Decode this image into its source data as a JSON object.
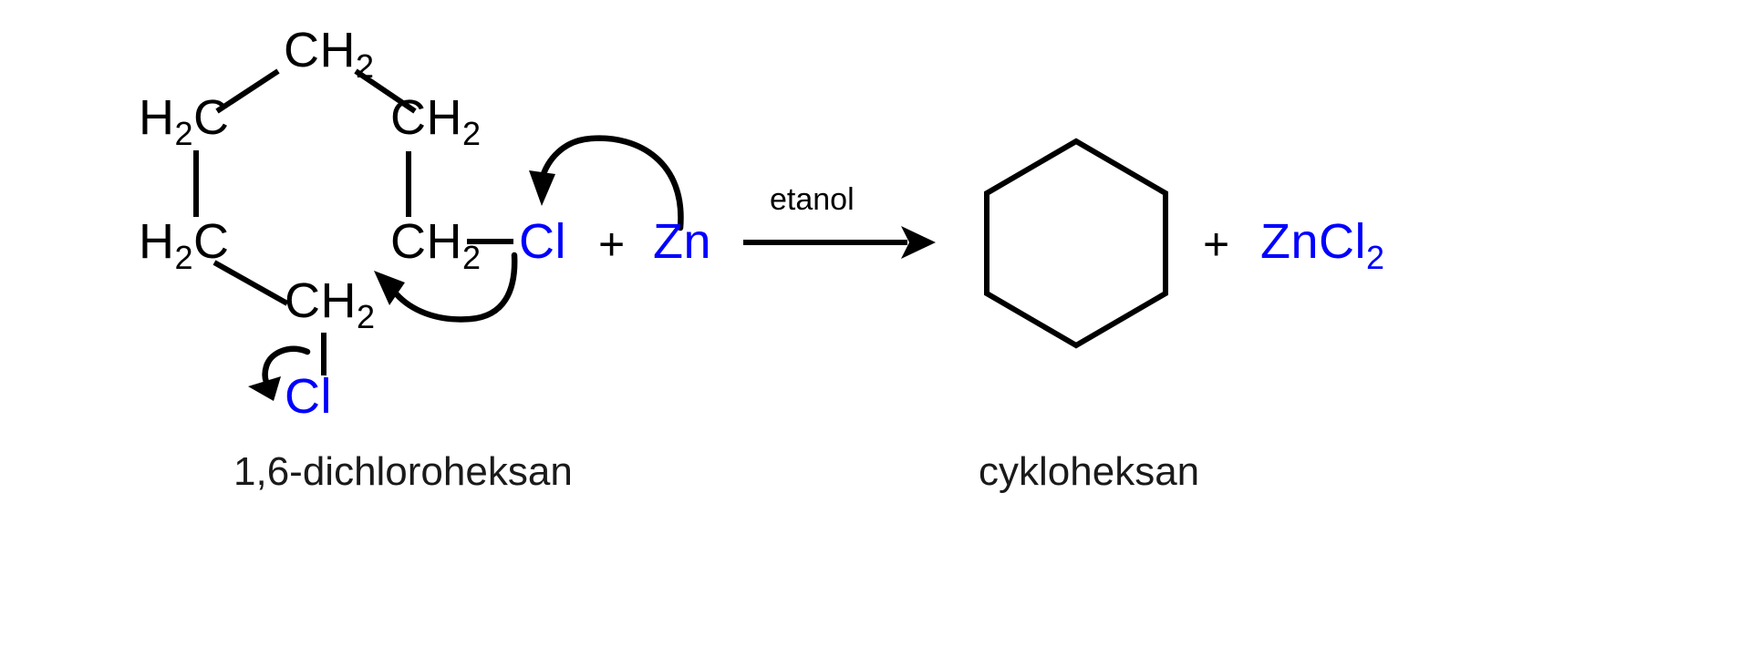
{
  "scheme": {
    "title": "Zn dehalogenation of 1,6-dichlorohexane to cyclohexane",
    "colors": {
      "halogen": "#0000ff",
      "bond": "#000000",
      "text": "#000000",
      "background": "#ffffff"
    }
  },
  "reactant": {
    "caption": "1,6-dichloroheksan",
    "atoms": {
      "top_ch2": {
        "main": "CH",
        "sub": "2"
      },
      "upper_left_ch2": {
        "main_pre": "H",
        "sub_pre": "2",
        "main": "C"
      },
      "upper_right_ch2": {
        "main": "CH",
        "sub": "2"
      },
      "lower_left_ch2": {
        "main_pre": "H",
        "sub_pre": "2",
        "main": "C"
      },
      "lower_right_ch2": {
        "main": "CH",
        "sub": "2"
      },
      "bottom_ch2": {
        "main": "CH",
        "sub": "2"
      },
      "chlorine_bottom": "Cl",
      "chlorine_right": "Cl"
    }
  },
  "reagent": {
    "plus_sign": "+",
    "metal": "Zn"
  },
  "conditions": {
    "solvent": "etanol"
  },
  "product": {
    "caption": "cykloheksan",
    "shape": "hexagon"
  },
  "byproduct": {
    "plus_sign": "+",
    "formula_main": "ZnCl",
    "formula_sub": "2"
  },
  "arrows": {
    "reaction_arrow": "straight-right-arrow",
    "electron_push_zn_to_cl": "curved-arrow",
    "electron_push_cl_to_ring": "curved-arrow",
    "electron_push_bottom_cl": "curved-arrow"
  }
}
